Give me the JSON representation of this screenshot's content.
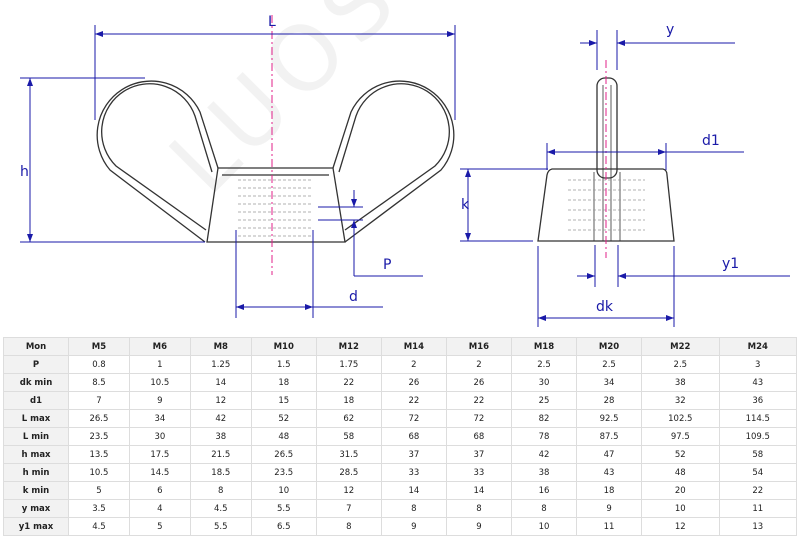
{
  "drawing": {
    "labels": {
      "L": "L",
      "h": "h",
      "P": "P",
      "d": "d",
      "k": "k",
      "y": "y",
      "d1": "d1",
      "y1": "y1",
      "dk": "dk"
    },
    "watermark": "LUOS.COM",
    "colors": {
      "dimension": "#1a1aa8",
      "centerline": "#e0208a",
      "outline": "#333333"
    }
  },
  "table": {
    "headers": [
      "Mon",
      "M5",
      "M6",
      "M8",
      "M10",
      "M12",
      "M14",
      "M16",
      "M18",
      "M20",
      "M22",
      "M24"
    ],
    "rows": [
      {
        "label": "P",
        "values": [
          "0.8",
          "1",
          "1.25",
          "1.5",
          "1.75",
          "2",
          "2",
          "2.5",
          "2.5",
          "2.5",
          "3"
        ]
      },
      {
        "label": "dk min",
        "values": [
          "8.5",
          "10.5",
          "14",
          "18",
          "22",
          "26",
          "26",
          "30",
          "34",
          "38",
          "43"
        ]
      },
      {
        "label": "d1",
        "values": [
          "7",
          "9",
          "12",
          "15",
          "18",
          "22",
          "22",
          "25",
          "28",
          "32",
          "36"
        ]
      },
      {
        "label": "L max",
        "values": [
          "26.5",
          "34",
          "42",
          "52",
          "62",
          "72",
          "72",
          "82",
          "92.5",
          "102.5",
          "114.5"
        ]
      },
      {
        "label": "L min",
        "values": [
          "23.5",
          "30",
          "38",
          "48",
          "58",
          "68",
          "68",
          "78",
          "87.5",
          "97.5",
          "109.5"
        ]
      },
      {
        "label": "h max",
        "values": [
          "13.5",
          "17.5",
          "21.5",
          "26.5",
          "31.5",
          "37",
          "37",
          "42",
          "47",
          "52",
          "58"
        ]
      },
      {
        "label": "h min",
        "values": [
          "10.5",
          "14.5",
          "18.5",
          "23.5",
          "28.5",
          "33",
          "33",
          "38",
          "43",
          "48",
          "54"
        ]
      },
      {
        "label": "k min",
        "values": [
          "5",
          "6",
          "8",
          "10",
          "12",
          "14",
          "14",
          "16",
          "18",
          "20",
          "22"
        ]
      },
      {
        "label": "y max",
        "values": [
          "3.5",
          "4",
          "4.5",
          "5.5",
          "7",
          "8",
          "8",
          "8",
          "9",
          "10",
          "11"
        ]
      },
      {
        "label": "y1 max",
        "values": [
          "4.5",
          "5",
          "5.5",
          "6.5",
          "8",
          "9",
          "9",
          "10",
          "11",
          "12",
          "13"
        ]
      }
    ]
  }
}
